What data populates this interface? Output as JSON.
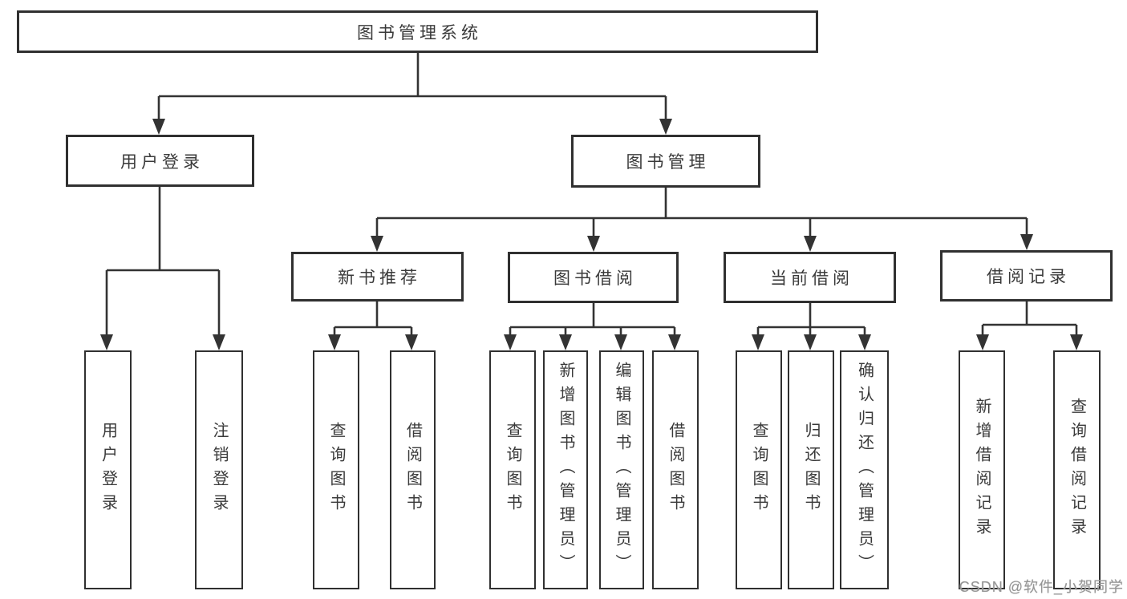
{
  "diagram": {
    "type": "tree",
    "root": {
      "label": "图书管理系统"
    },
    "level2": {
      "user_login": {
        "label": "用户登录",
        "parent": "图书管理系统"
      },
      "book_mgmt": {
        "label": "图书管理",
        "parent": "图书管理系统"
      }
    },
    "level3": {
      "new_book_rec": {
        "label": "新书推荐",
        "parent": "图书管理"
      },
      "book_borrow": {
        "label": "图书借阅",
        "parent": "图书管理"
      },
      "current_borrow": {
        "label": "当前借阅",
        "parent": "图书管理"
      },
      "borrow_record": {
        "label": "借阅记录",
        "parent": "图书管理"
      }
    },
    "leaves": {
      "login": {
        "label": "用户登录",
        "parent": "用户登录"
      },
      "logout": {
        "label": "注销登录",
        "parent": "用户登录"
      },
      "rec_query": {
        "label": "查询图书",
        "parent": "新书推荐"
      },
      "rec_borrow": {
        "label": "借阅图书",
        "parent": "新书推荐"
      },
      "bb_query": {
        "label": "查询图书",
        "parent": "图书借阅"
      },
      "bb_add": {
        "label": "新增图书（管理员）",
        "parent": "图书借阅"
      },
      "bb_edit": {
        "label": "编辑图书（管理员）",
        "parent": "图书借阅"
      },
      "bb_borrow": {
        "label": "借阅图书",
        "parent": "图书借阅"
      },
      "cb_query": {
        "label": "查询图书",
        "parent": "当前借阅"
      },
      "cb_return": {
        "label": "归还图书",
        "parent": "当前借阅"
      },
      "cb_confirm": {
        "label": "确认归还（管理员）",
        "parent": "当前借阅"
      },
      "br_add": {
        "label": "新增借阅记录",
        "parent": "借阅记录"
      },
      "br_query": {
        "label": "查询借阅记录",
        "parent": "借阅记录"
      }
    }
  },
  "watermark": {
    "text": "CSDN @软件_小贺同学"
  },
  "colors": {
    "line": "#333333",
    "box_border": "#303030",
    "text": "#3a3a3a",
    "background": "#ffffff",
    "watermark": "#959595"
  }
}
